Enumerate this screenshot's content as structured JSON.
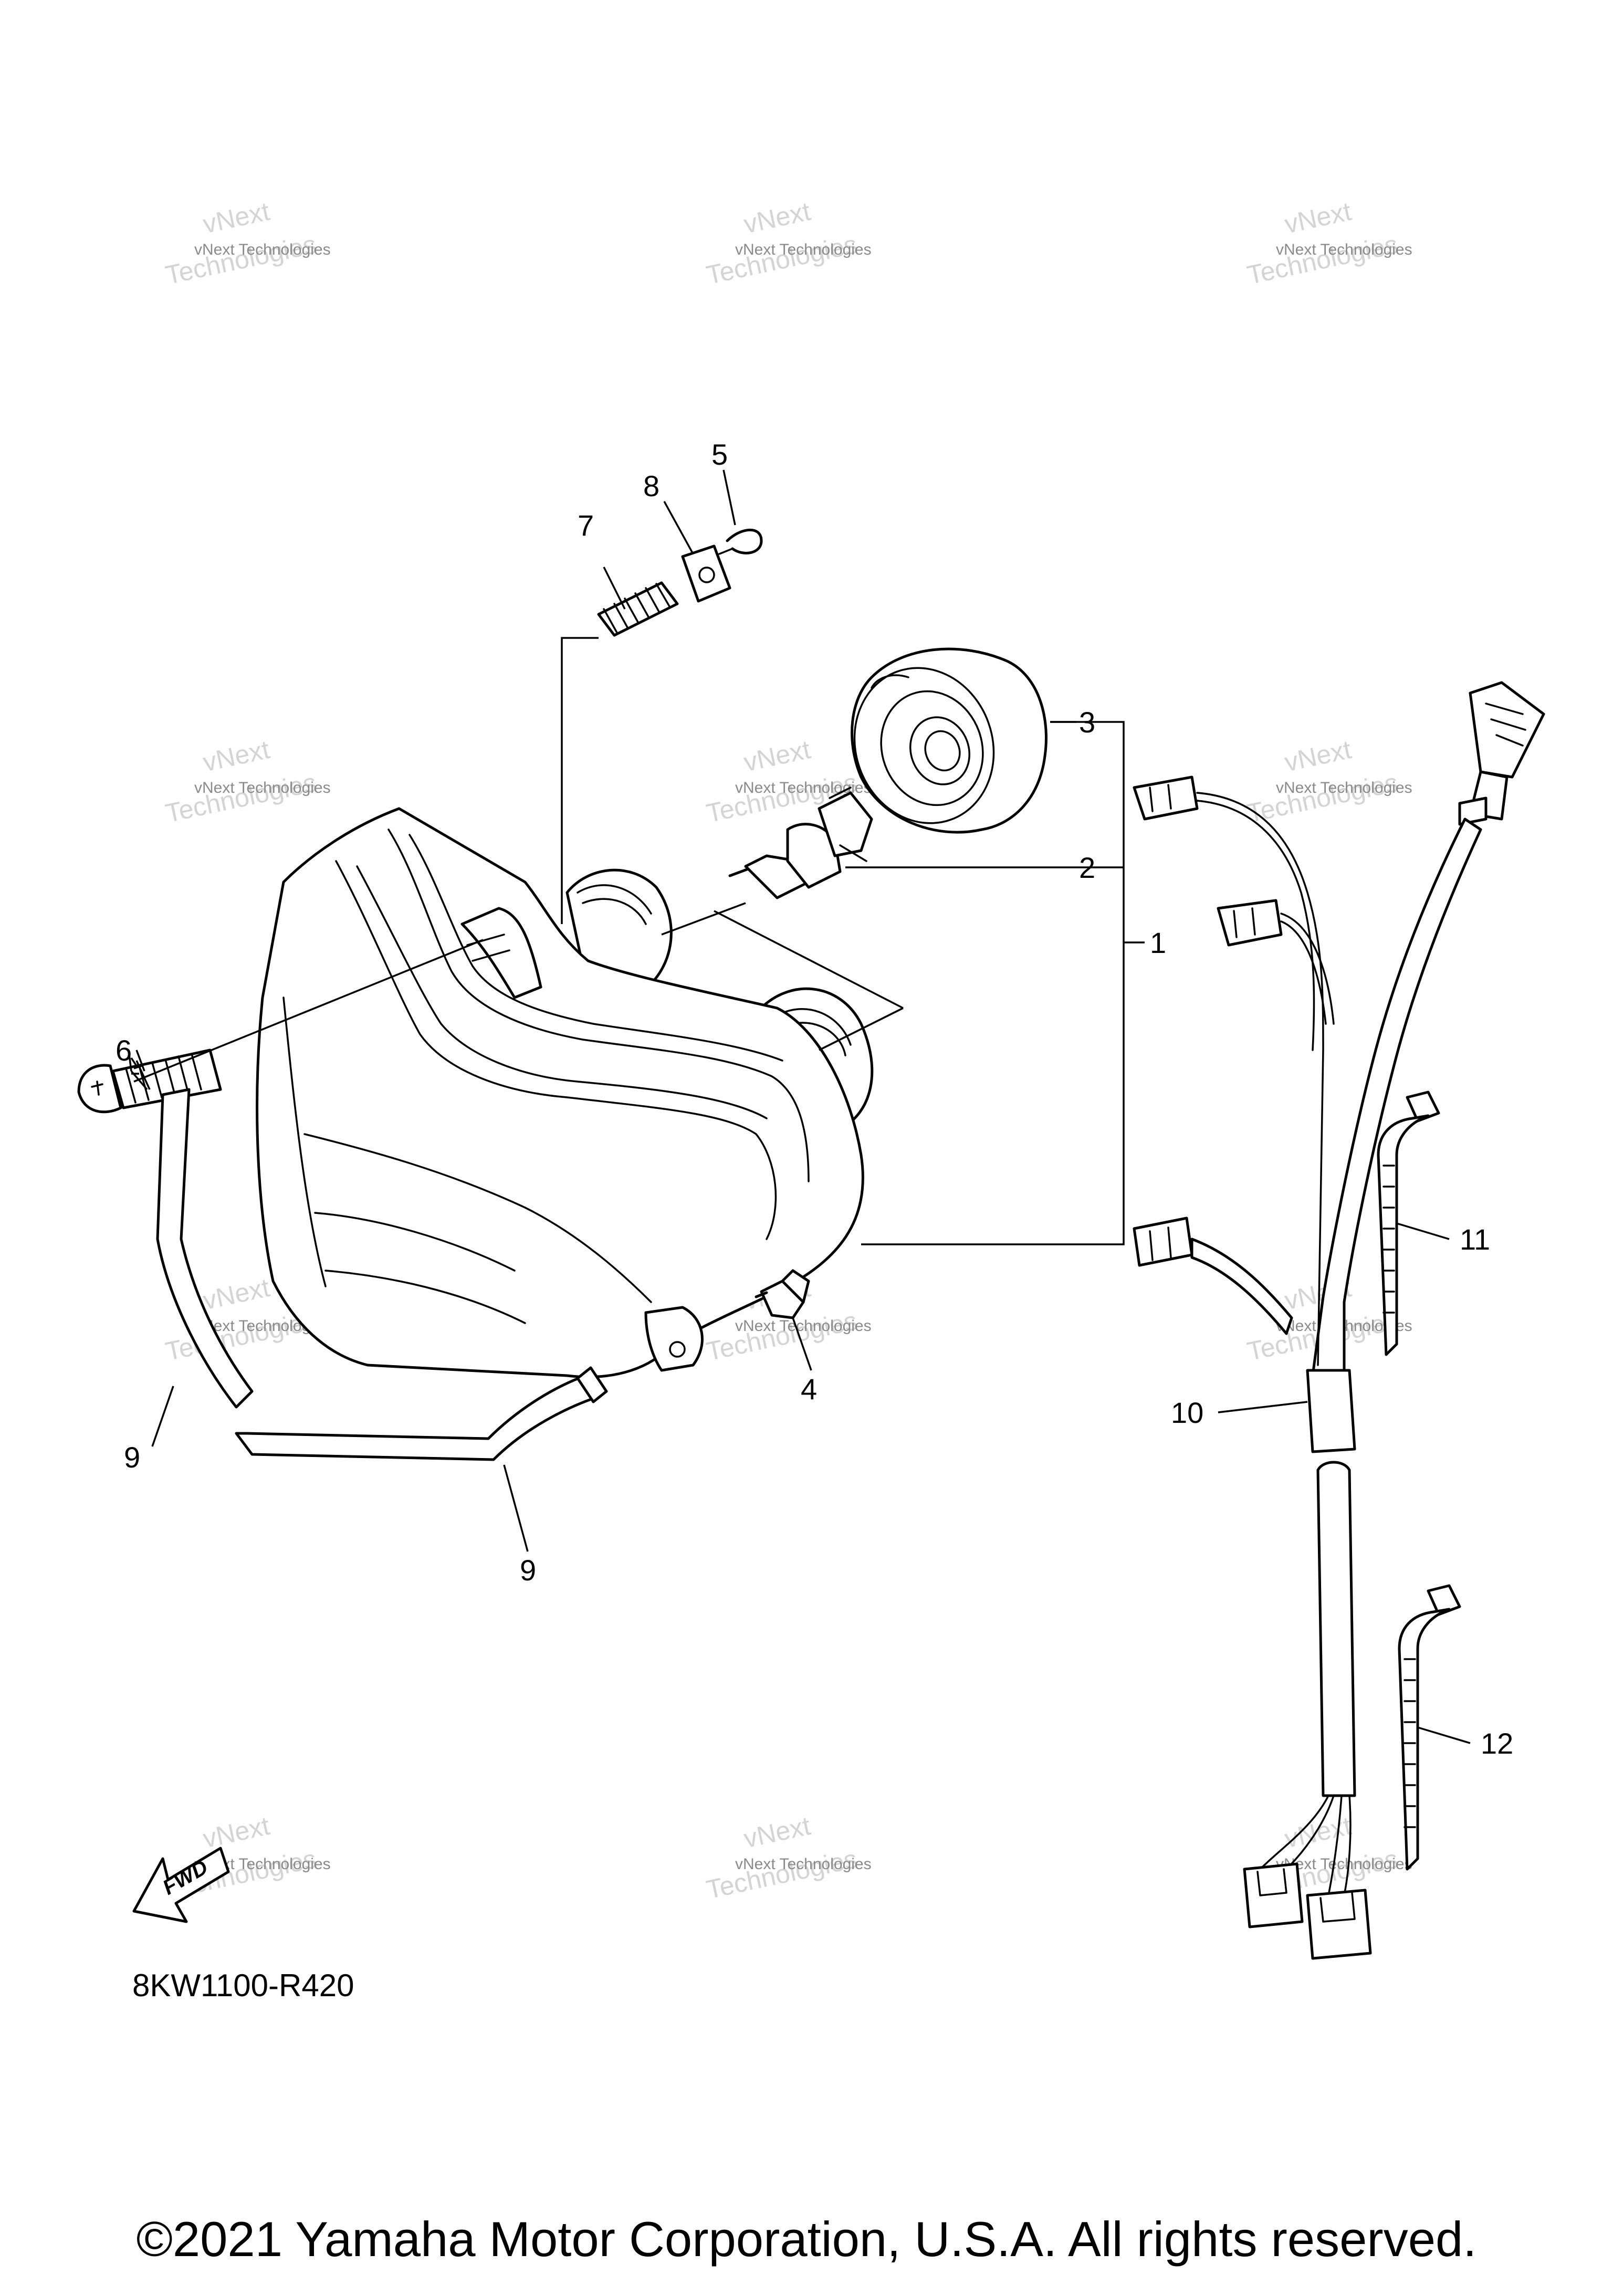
{
  "diagram": {
    "part_code": "8KW1100-R420",
    "fwd_label": "FWD",
    "copyright": "©2021 Yamaha Motor Corporation, U.S.A. All rights reserved.",
    "callouts": {
      "c1": "1",
      "c2": "2",
      "c3": "3",
      "c4": "4",
      "c5": "5",
      "c6": "6",
      "c7": "7",
      "c8": "8",
      "c9a": "9",
      "c9b": "9",
      "c10": "10",
      "c11": "11",
      "c12": "12"
    },
    "watermark": {
      "line1": "vNext Technologies",
      "line2": "vNext",
      "line3": "Technologies"
    }
  }
}
